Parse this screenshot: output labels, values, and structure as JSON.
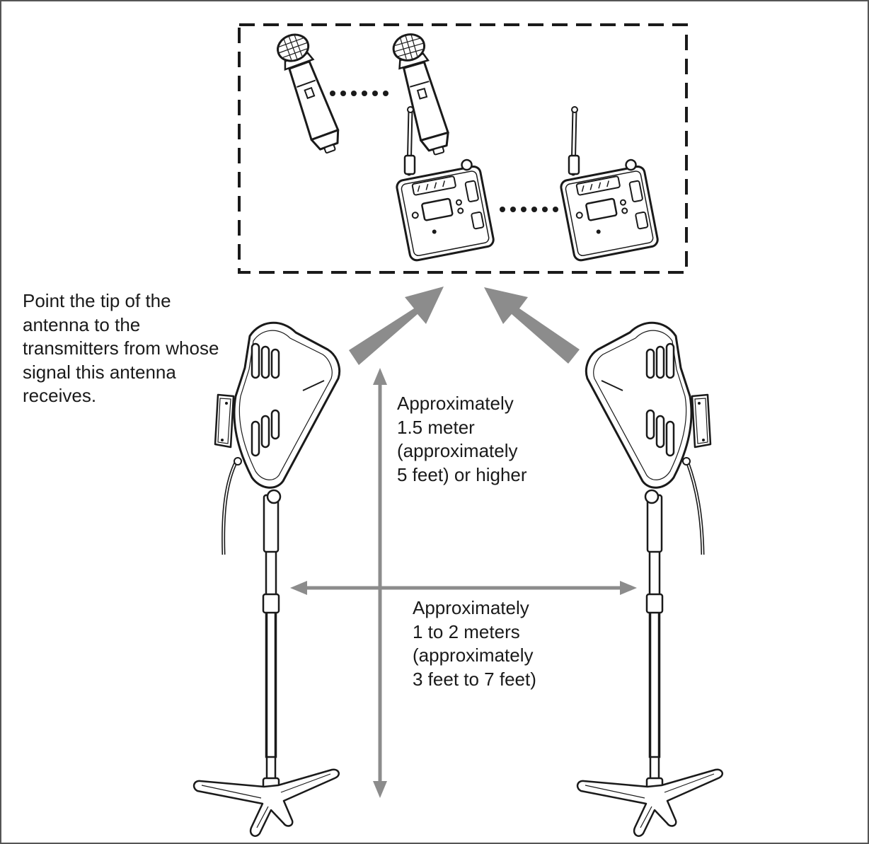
{
  "colors": {
    "outline": "#1a1a1a",
    "arrow_gray": "#8c8c8c",
    "frame": "#555555",
    "background": "#ffffff"
  },
  "icons": [
    "handheld-microphone-icon",
    "bodypack-transmitter-icon",
    "directional-antenna-icon",
    "tripod-stand-icon"
  ],
  "labels": {
    "instruction": [
      "Point the tip of the",
      "antenna to the",
      "transmitters from whose",
      "signal this antenna",
      "receives."
    ],
    "height": [
      "Approximately",
      "1.5 meter",
      "(approximately",
      "5 feet) or higher"
    ],
    "distance": [
      "Approximately",
      "1 to 2 meters",
      "(approximately",
      "3 feet to 7 feet)"
    ]
  }
}
